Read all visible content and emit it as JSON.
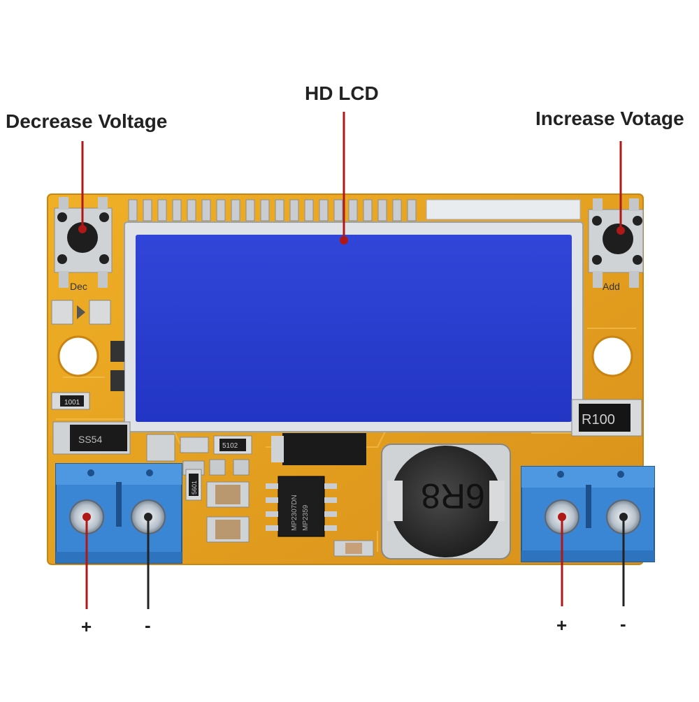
{
  "labels": {
    "hd_lcd": "HD LCD",
    "decrease": "Decrease Voltage",
    "increase": "Increase Votage",
    "in_plus": "+",
    "in_minus": "-",
    "out_plus": "+",
    "out_minus": "-"
  },
  "silkscreen": {
    "dec": "Dec",
    "add": "Add",
    "r1001": "1001",
    "r100": "R100",
    "ss54": "SS54",
    "r5102": "5102",
    "r5601": "5601",
    "chip_line1": "MP2307DN",
    "chip_line2": "MP2359",
    "inductor": "6R8"
  },
  "colors": {
    "pcb": "#e8a21c",
    "lcd": "#2a3fd0",
    "terminal": "#3b86d4",
    "leader_red": "#b01818",
    "leader_dark": "#222222"
  }
}
